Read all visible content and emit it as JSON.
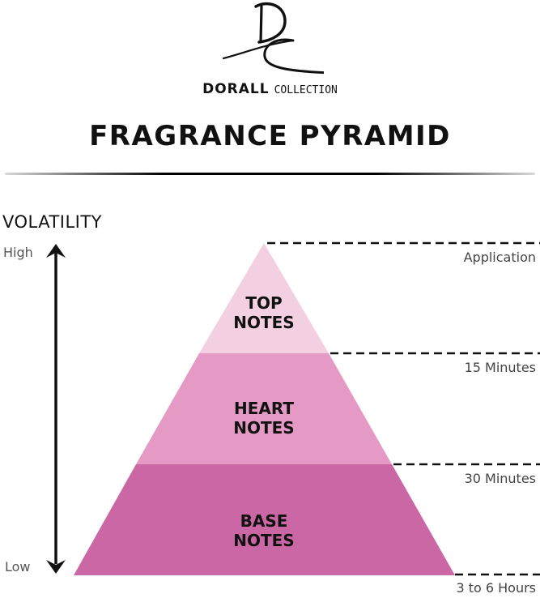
{
  "brand": {
    "logo_icon": "dc-monogram-icon",
    "name": "DORALL",
    "subname": "COLLECTION"
  },
  "title": "FRAGRANCE PYRAMID",
  "axis": {
    "label": "VOLATILITY",
    "high": "High",
    "low": "Low",
    "arrow_icon": "double-headed-vertical-arrow-icon"
  },
  "tiers": [
    {
      "line1": "TOP",
      "line2": "NOTES",
      "color": "#f3cfe2"
    },
    {
      "line1": "HEART",
      "line2": "NOTES",
      "color": "#e49ac4"
    },
    {
      "line1": "BASE",
      "line2": "NOTES",
      "color": "#cc67a6"
    }
  ],
  "timeline": [
    {
      "label": "Application"
    },
    {
      "label": "15 Minutes"
    },
    {
      "label": "30 Minutes"
    },
    {
      "label": "3 to 6 Hours"
    }
  ],
  "colors": {
    "top_notes": "#f3cfe2",
    "heart_notes": "#e49ac4",
    "base_notes": "#cc67a6",
    "text": "#111111"
  }
}
